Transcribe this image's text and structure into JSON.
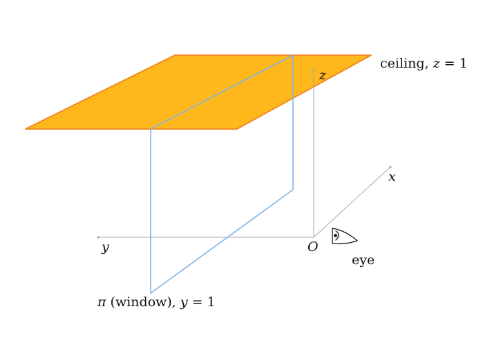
{
  "labels": {
    "ceiling_text": "ceiling, ",
    "ceiling_var": "z",
    "ceiling_eq": " = 1",
    "window_pi": "π",
    "window_text": " (window), ",
    "window_var": "y",
    "window_eq": " = 1",
    "axis_z": "z",
    "axis_x": "x",
    "axis_y": "y",
    "origin": "O",
    "eye": "eye"
  },
  "colors": {
    "ceiling_fill": "#FFB81C",
    "ceiling_stroke": "#F08A24",
    "window_stroke": "#7FB2E5",
    "axis": "#A8A8A8",
    "text": "#111111"
  },
  "icons": {
    "eye": "eye-icon"
  }
}
